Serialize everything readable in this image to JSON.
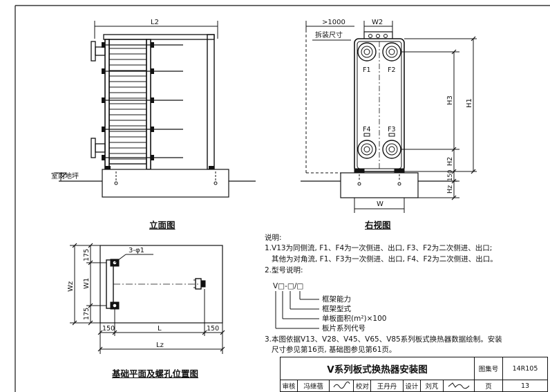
{
  "elevation": {
    "dim_L2": "L2",
    "floor_label": "室内地坪",
    "title": "立面图"
  },
  "right_view": {
    "dim_gt1000": ">1000",
    "dim_W2": "W2",
    "disassembly_label": "拆装尺寸",
    "port_F1": "F1",
    "port_F2": "F2",
    "port_F3": "F3",
    "port_F4": "F4",
    "dim_H1": "H1",
    "dim_H2": "H2",
    "dim_H3": "H3",
    "dim_150": "150",
    "dim_Hz": "Hz",
    "dim_W": "W",
    "title": "右视图"
  },
  "foundation": {
    "hole_label": "3-φ1",
    "dim_175_top": "175",
    "dim_W1": "W1",
    "dim_175_bottom": "175",
    "dim_Wz": "Wz",
    "dim_150_left": "150",
    "dim_L": "L",
    "dim_150_right": "150",
    "dim_Lz": "Lz",
    "title": "基础平面及螺孔位置图"
  },
  "notes": {
    "heading": "说明:",
    "line1": "1.V13为同侧流, F1、F4为一次侧进、出口, F3、F2为二次侧进、出口;",
    "line2": "其他为对角流, F1、F3为一次侧进、出口, F4、F2为二次侧进、出口。",
    "line3": "2.型号说明:",
    "model_code": "V□-□/□",
    "model_frame_capacity": "框架能力",
    "model_frame_type": "框架型式",
    "model_plate_area": "单板面积(m²)×100",
    "model_plate_series": "板片系列代号",
    "line4": "3.本图依据V13、V28、V45、V65、V85系列板式换热器数据绘制。安装",
    "line5": "尺寸参见第16页, 基础图参见第61页。"
  },
  "title_block": {
    "drawing_title": "V系列板式换热器安装图",
    "atlas_label": "图集号",
    "atlas_number": "14R105",
    "page_label": "页",
    "page_number": "13",
    "review_label": "审核",
    "review_name": "冯继蓓",
    "check_label": "校对",
    "check_name": "王丹丹",
    "design_label": "设计",
    "design_name": "刘芃"
  }
}
